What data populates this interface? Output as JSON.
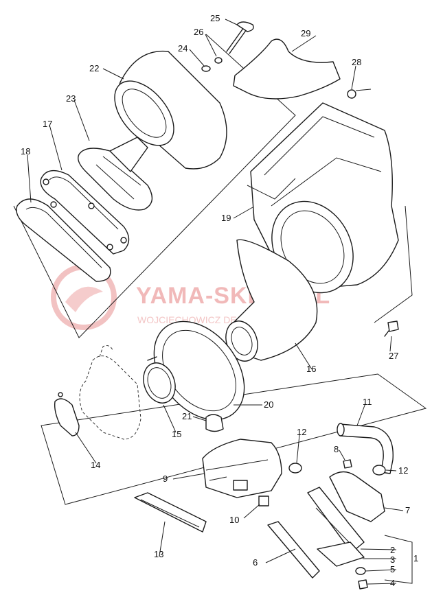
{
  "watermark": {
    "main": "YAMA-SKLEP.PL",
    "sub": "WOJCIECHOWICZ DEALER YAMAHA"
  },
  "callouts": {
    "c1": "1",
    "c2": "2",
    "c3": "3",
    "c4": "4",
    "c5": "5",
    "c6": "6",
    "c7": "7",
    "c8": "8",
    "c9": "9",
    "c10": "10",
    "c11": "11",
    "c12a": "12",
    "c12b": "12",
    "c13": "13",
    "c14": "14",
    "c15": "15",
    "c16": "16",
    "c17": "17",
    "c18": "18",
    "c19": "19",
    "c20": "20",
    "c21": "21",
    "c22": "22",
    "c23": "23",
    "c24": "24",
    "c25": "25",
    "c26": "26",
    "c27": "27",
    "c28": "28",
    "c29": "29"
  }
}
